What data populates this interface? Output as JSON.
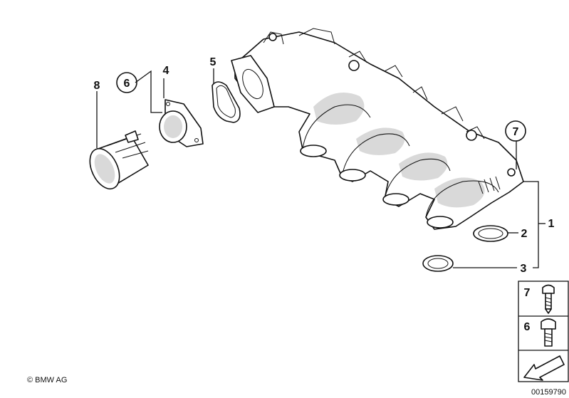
{
  "callouts": {
    "c1": "1",
    "c2": "2",
    "c3": "3",
    "c4": "4",
    "c5": "5",
    "c6": "6",
    "c7": "7",
    "c8": "8"
  },
  "legend": {
    "bolt7": "7",
    "bolt6": "6"
  },
  "footer": {
    "copyright": "© BMW AG",
    "figure_number": "00159790"
  },
  "colors": {
    "line": "#111111",
    "shade": "#d9d9d9",
    "background": "#ffffff"
  }
}
